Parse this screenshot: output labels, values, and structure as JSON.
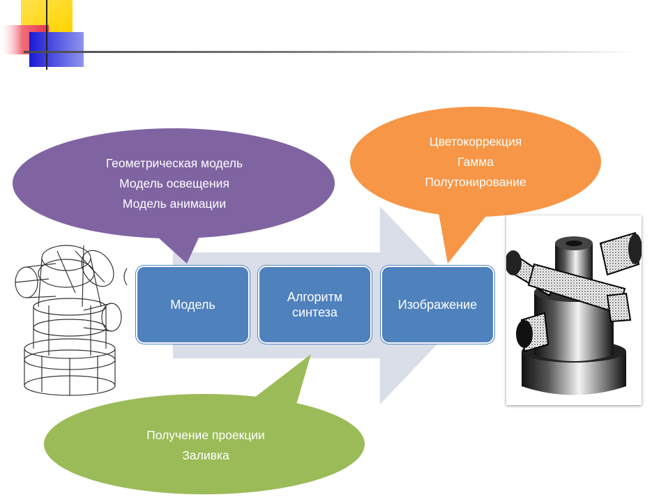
{
  "colors": {
    "purple_bubble": "#8064a2",
    "orange_bubble": "#f79646",
    "green_bubble": "#9bbb59",
    "process_box": "#4f81bd",
    "arrow": "#d9dee9"
  },
  "icons": {
    "logo": "colored-squares-logo",
    "left_image": "wireframe-model-image",
    "right_image": "rendered-model-image"
  },
  "purple_bubble": {
    "lines": [
      "Геометрическая модель",
      "Модель освещения",
      "Модель анимации"
    ]
  },
  "orange_bubble": {
    "lines": [
      "Цветокоррекция",
      "Гамма",
      "Полутонирование"
    ]
  },
  "green_bubble": {
    "lines": [
      "Получение проекции",
      "Заливка"
    ]
  },
  "process": {
    "model": "Модель",
    "algorithm": "Алгоритм\nсинтеза",
    "image": "Изображение"
  }
}
